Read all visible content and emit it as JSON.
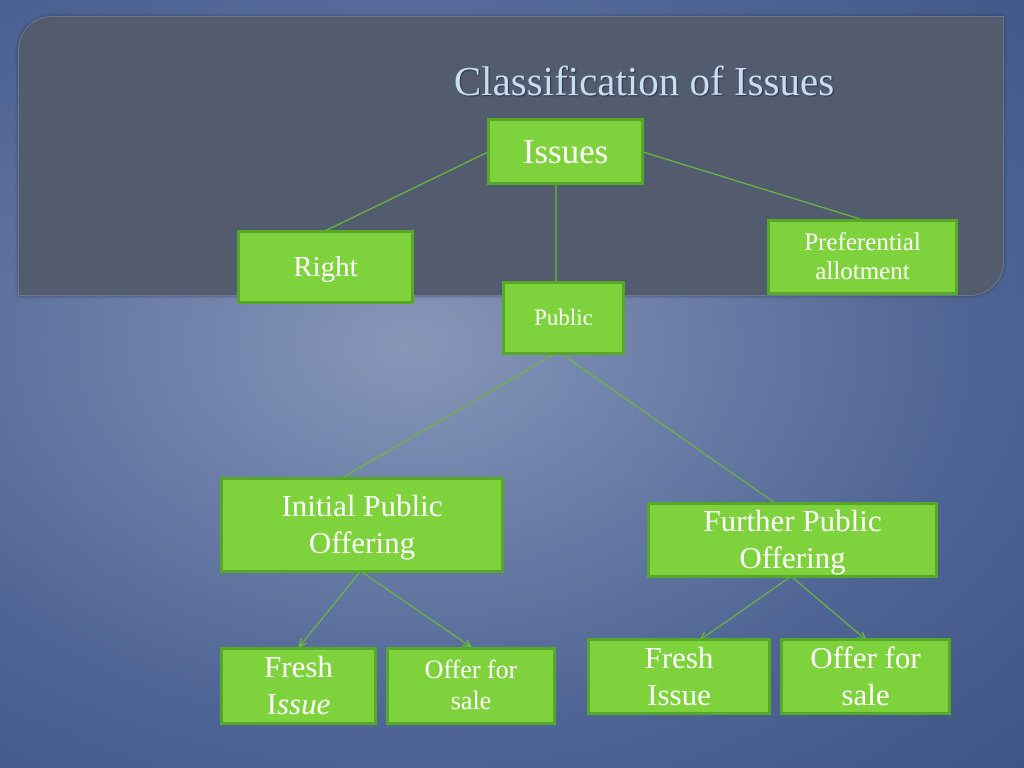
{
  "title": "Classification of Issues",
  "colors": {
    "box_fill": "#7ed33d",
    "box_border": "#57a828",
    "connector": "#6ab83a",
    "title_text": "#c8dcf2",
    "panel": "#525c6e"
  },
  "nodes": {
    "issues": "Issues",
    "right": "Right",
    "public": "Public",
    "preferential": {
      "line1": "Preferential",
      "line2": "allotment"
    },
    "ipo": {
      "line1": "Initial Public",
      "line2": "Offering"
    },
    "fpo": {
      "line1": "Further Public",
      "line2": "Offering"
    },
    "ipo_fresh": {
      "line1": "Fresh",
      "line2_prefix": "I",
      "line2_italic": "ssue"
    },
    "ipo_offer": {
      "line1": "Offer for",
      "line2": "sale"
    },
    "fpo_fresh": {
      "line1": "Fresh",
      "line2": "Issue"
    },
    "fpo_offer": {
      "line1": "Offer for",
      "line2": "sale"
    }
  }
}
